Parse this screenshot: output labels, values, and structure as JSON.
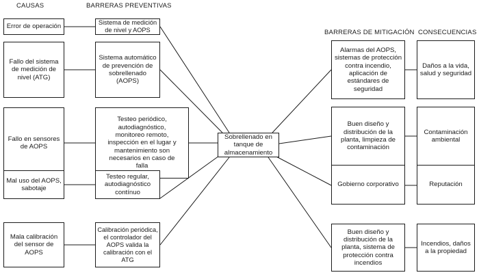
{
  "headers": {
    "causes": "CAUSAS",
    "preventive": "BARRERAS PREVENTIVAS",
    "mitigation": "BARRERAS DE MITIGACIÓN",
    "consequences": "CONSECUENCIAS"
  },
  "causes": [
    "Error de operación",
    "Fallo del sistema de medición de nivel (ATG)",
    "Fallo en sensores de AOPS",
    "Mal uso del AOPS, sabotaje",
    "Mala calibración del sensor de AOPS"
  ],
  "preventive_barriers": [
    "Sistema de medición de nivel y AOPS",
    "Sistema automático de prevención de sobrellenado (AOPS)",
    "Testeo periódico, autodiagnóstico, monitoreo remoto, inspección en el lugar y mantenimiento son necesarios en caso de falla",
    "Testeo regular, autodiagnóstico contínuo",
    "Calibración periódica, el controlador del AOPS valida la calibración con el ATG"
  ],
  "top_event": "Sobrellenado en tanque de almacenamiento",
  "mitigation_barriers": [
    "Alarmas del AOPS, sistemas de protección contra incendio, aplicación de estándares de seguridad",
    "Buen diseño y distribución de la planta, limpieza de contaminación",
    "Gobierno corporativo",
    "Buen diseño y distribución de la planta, sistema de protección contra incendios"
  ],
  "consequences": [
    "Daños a la vida, salud y seguridad",
    "Contaminación ambiental",
    "Reputación",
    "Incendios, daños a la propiedad"
  ],
  "line_color": "#1a1a1a"
}
